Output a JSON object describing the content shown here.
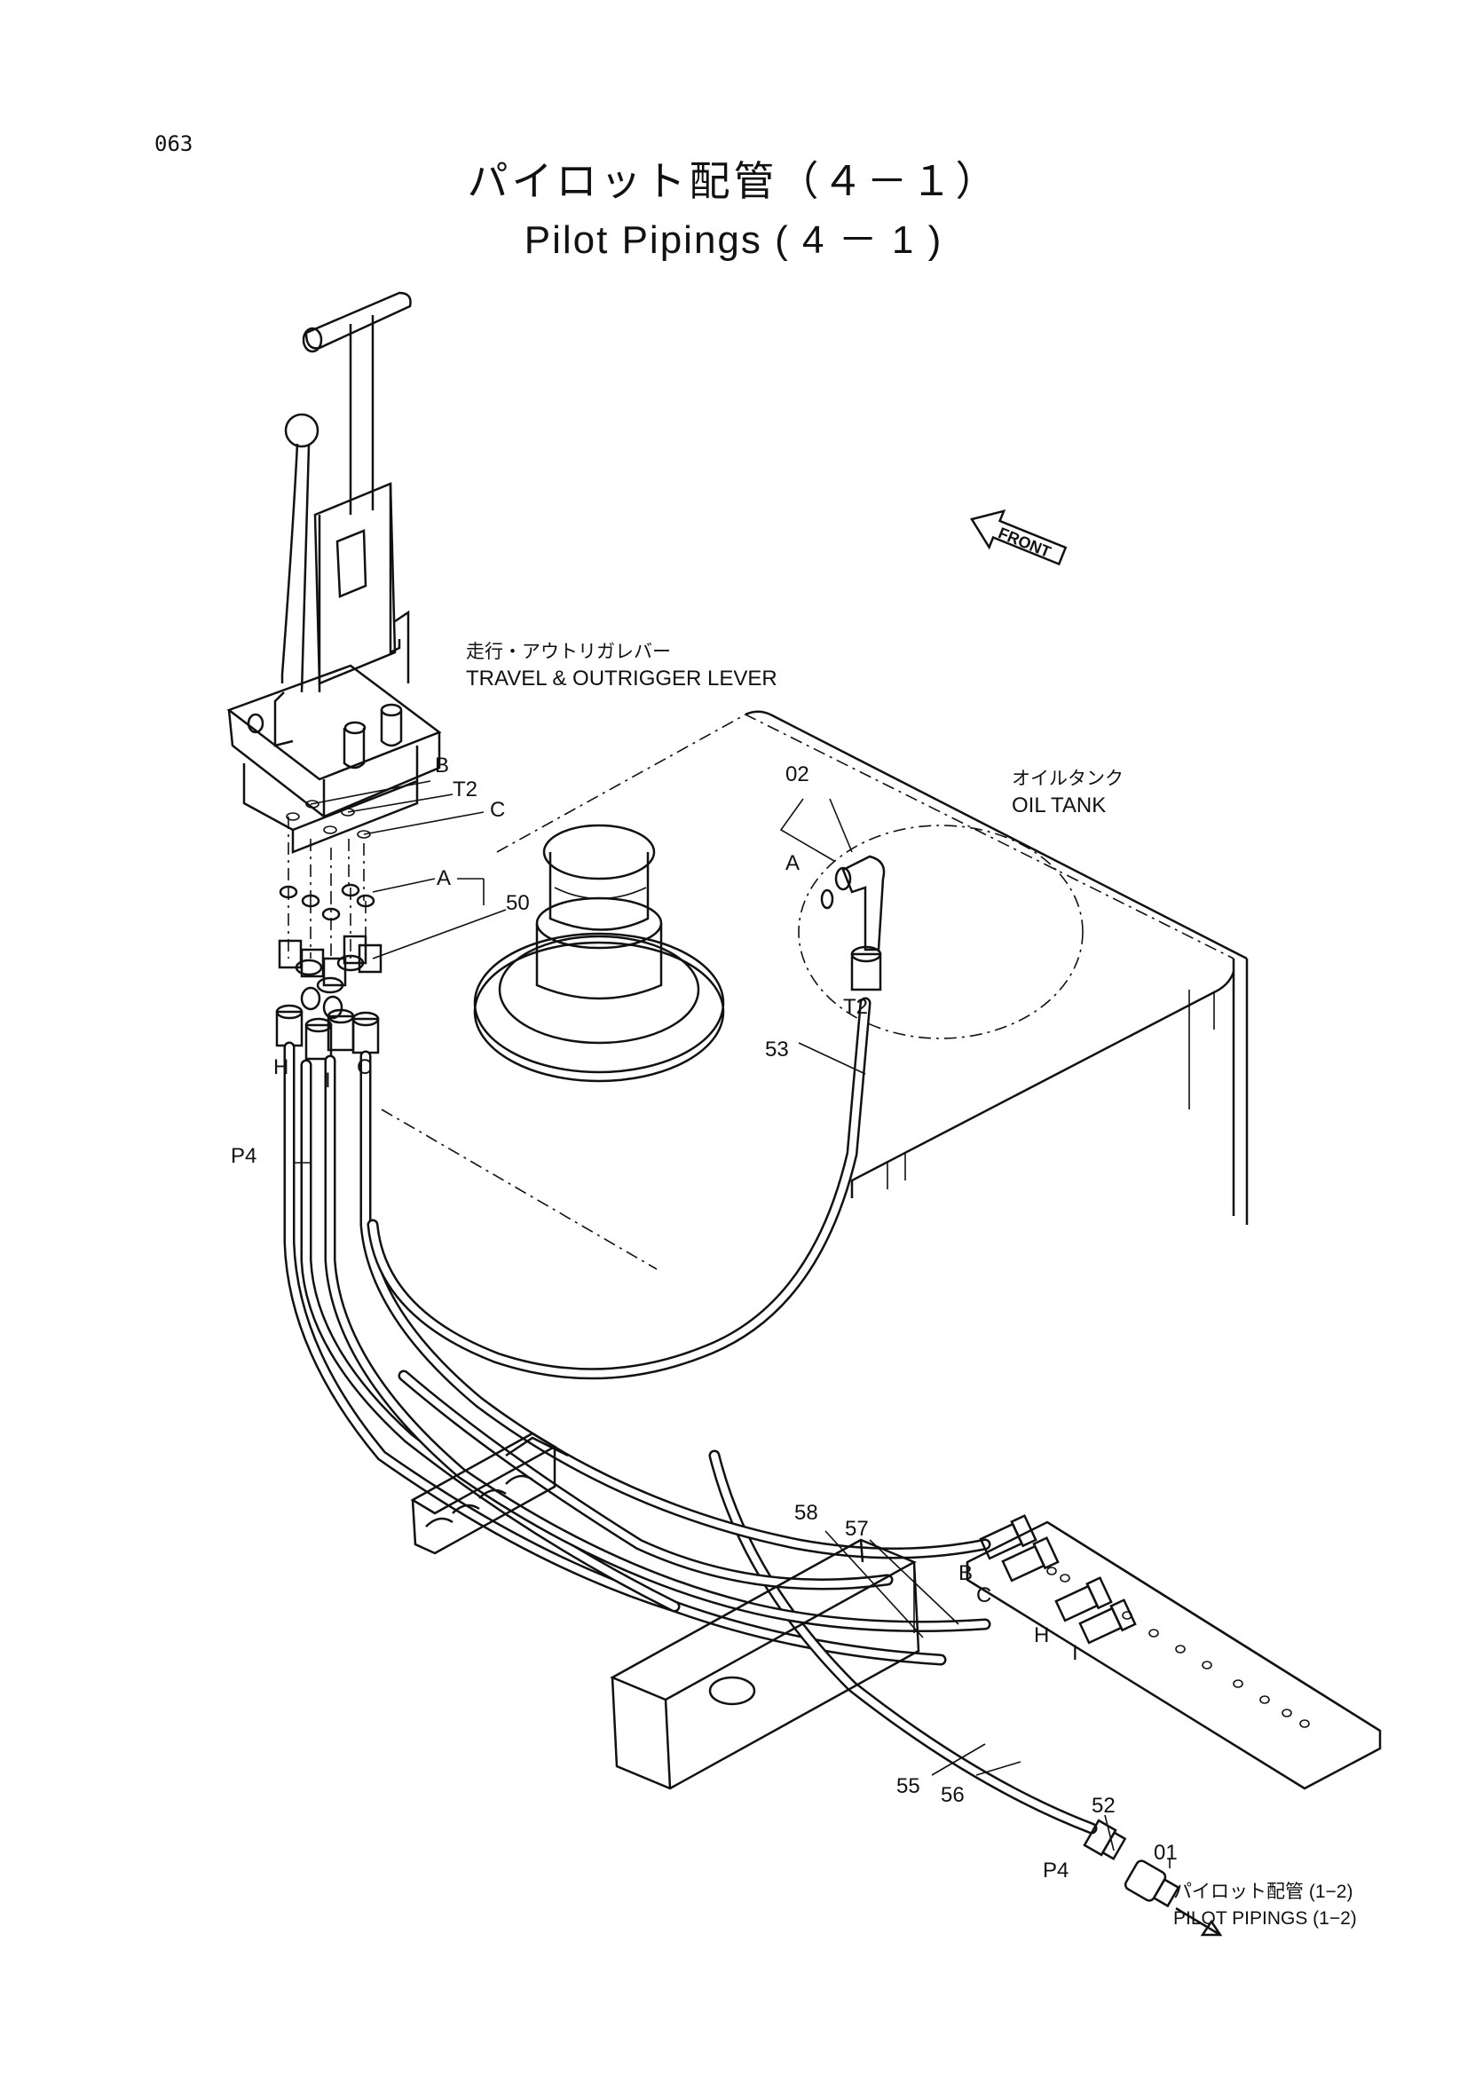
{
  "page": {
    "number": "063"
  },
  "title": {
    "japanese": "パイロット配管（４－１）",
    "english": "Pilot Pipings ( 4 － 1 )"
  },
  "front_marker": {
    "label": "FRONT"
  },
  "callouts": {
    "lever_jp": "走行・アウトリガレバー",
    "lever_en": "TRAVEL & OUTRIGGER LEVER",
    "tank_jp": "オイルタンク",
    "tank_en": "OIL TANK",
    "ref_jp": "パイロット配管 (1−2)",
    "ref_en": "PILOT PIPINGS (1−2)"
  },
  "port_labels": {
    "B": "B",
    "T2": "T2",
    "C": "C",
    "A": "A",
    "A2": "A",
    "T2b": "T2",
    "H": "H",
    "I": "I",
    "C2": "C",
    "P4": "P4",
    "B2": "B",
    "C3": "C",
    "H2": "H",
    "I2": "I",
    "P4b": "P4"
  },
  "part_numbers": {
    "p02": "02",
    "p50": "50",
    "p53": "53",
    "p58": "58",
    "p57": "57",
    "p55": "55",
    "p56": "56",
    "p52": "52",
    "p01": "01"
  }
}
